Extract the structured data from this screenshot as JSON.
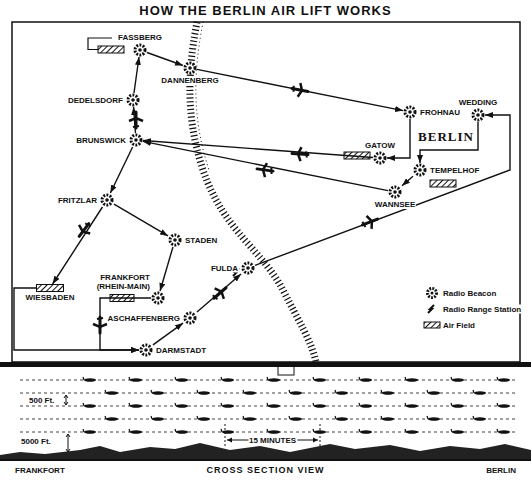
{
  "diagram": {
    "title": "HOW THE BERLIN AIR LIFT WORKS",
    "nodes": [
      {
        "text": [
          "FASSBERG"
        ]
      },
      {
        "text": [
          "DANNENBERG"
        ]
      },
      {
        "text": [
          "FROHNAU"
        ]
      },
      {
        "text": [
          "WEDDING"
        ]
      },
      {
        "text": [
          "GATOW"
        ]
      },
      {
        "text": [
          "TEMPELHOF"
        ]
      },
      {
        "text": [
          "WANNSEE"
        ]
      },
      {
        "text": [
          "DEDELSDORF"
        ]
      },
      {
        "text": [
          "BRUNSWICK"
        ]
      },
      {
        "text": [
          "FRITZLAR"
        ]
      },
      {
        "text": [
          "STADEN"
        ]
      },
      {
        "text": [
          "WIESBADEN"
        ]
      },
      {
        "text": [
          "FRANKFORT (RHEIN-MAIN)"
        ]
      },
      {
        "text": [
          "ASCHAFFENBERG"
        ]
      },
      {
        "text": [
          "DARMSTADT"
        ]
      },
      {
        "text": [
          "FULDA"
        ]
      }
    ],
    "edges": [
      {
        "from": 0,
        "to": 1,
        "arrow": "to"
      },
      {
        "from": 1,
        "to": 2,
        "arrow": "to"
      },
      {
        "from": 2,
        "to": 4,
        "arrow": "to"
      },
      {
        "from": 4,
        "to": 8,
        "arrow": "to"
      },
      {
        "from": 5,
        "to": 6,
        "arrow": "to"
      },
      {
        "from": 6,
        "to": 8,
        "arrow": "to"
      },
      {
        "from": 8,
        "to": 7,
        "arrow": "to"
      },
      {
        "from": 7,
        "to": 0,
        "arrow": "to"
      },
      {
        "from": 8,
        "to": 9,
        "arrow": "to"
      },
      {
        "from": 9,
        "to": 11,
        "arrow": "to"
      },
      {
        "from": 9,
        "to": 10,
        "arrow": "to"
      },
      {
        "from": 10,
        "to": 12,
        "arrow": "to"
      },
      {
        "from": 11,
        "to": 14,
        "arrow": "to"
      },
      {
        "from": 12,
        "to": 14,
        "arrow": "to"
      },
      {
        "from": 14,
        "to": 13,
        "arrow": "to"
      },
      {
        "from": 13,
        "to": 15,
        "arrow": "to"
      },
      {
        "from": 15,
        "to": 3,
        "arrow": "to"
      },
      {
        "from": 3,
        "to": 5,
        "arrow": "to"
      }
    ],
    "labels": [
      "BERLIN",
      "500 Ft.",
      "5000 Ft.",
      "15 MINUTES",
      "FRANKFORT",
      "CROSS SECTION VIEW",
      "BERLIN"
    ],
    "legend": [
      {
        "text": "Radio Beacon"
      },
      {
        "text": "Radio Range Station"
      },
      {
        "text": "Air Field"
      }
    ]
  }
}
